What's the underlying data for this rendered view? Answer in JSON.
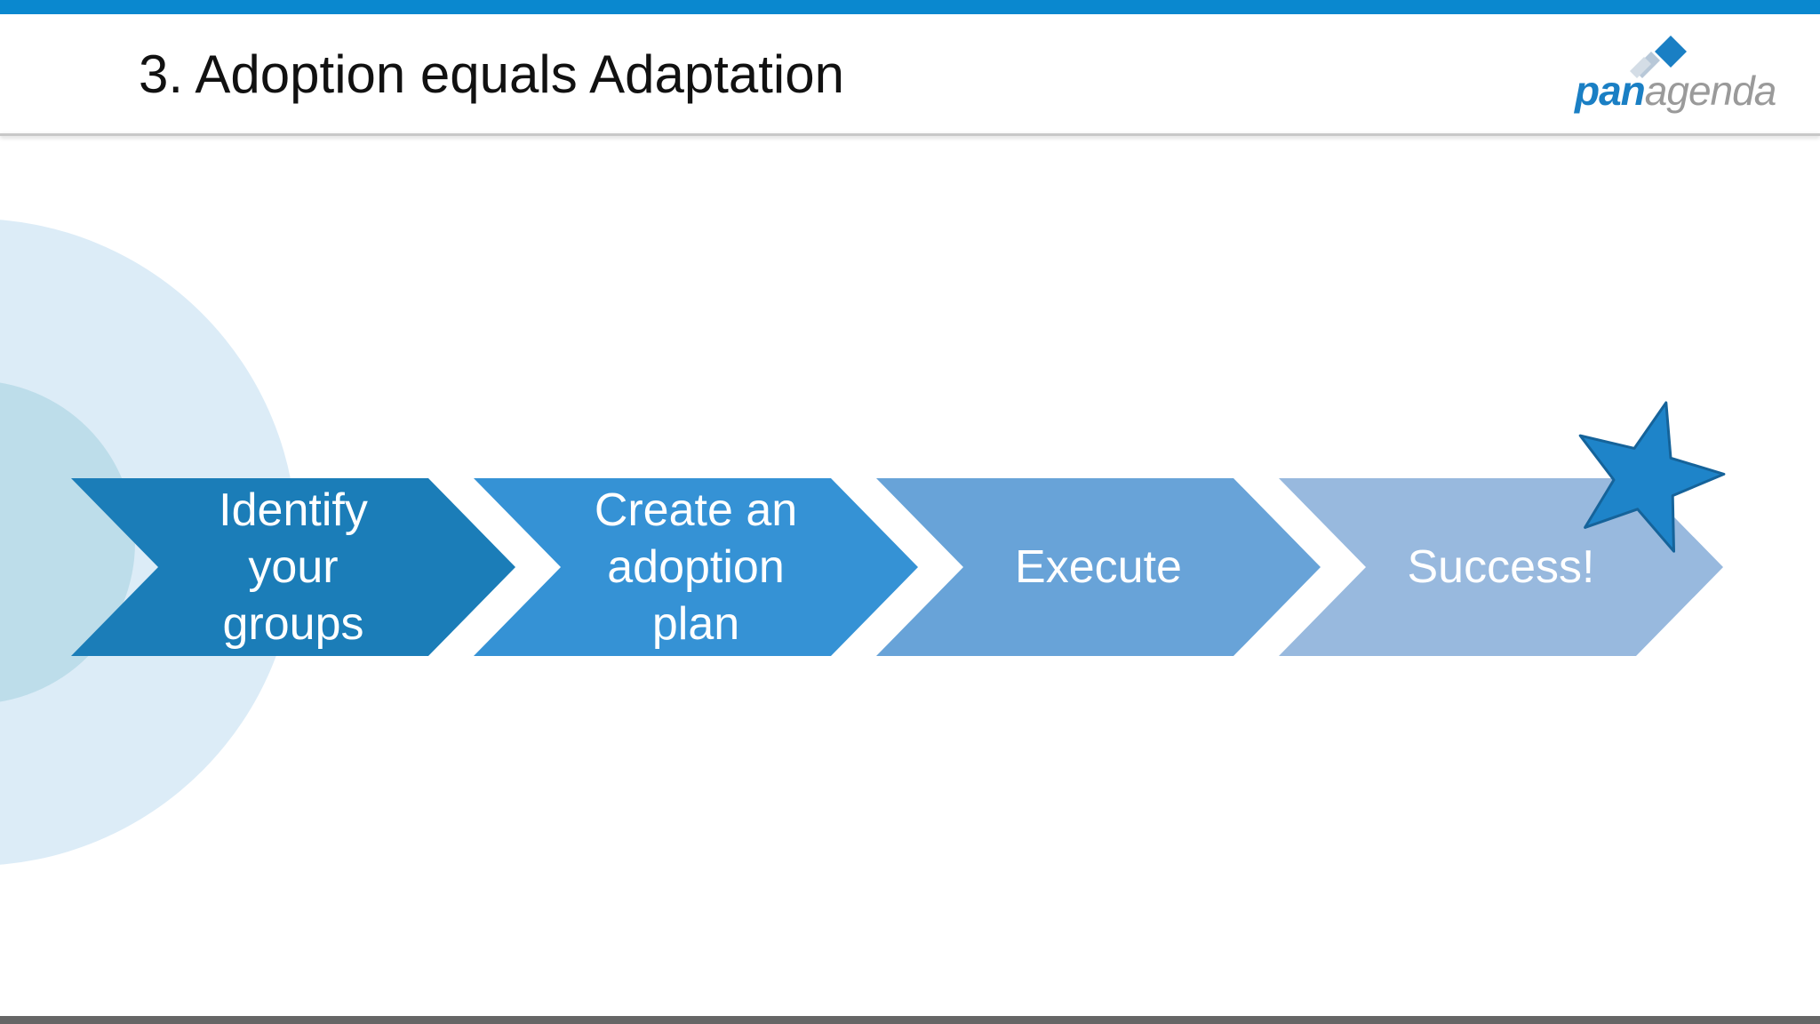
{
  "slide": {
    "title": "3. Adoption equals Adaptation"
  },
  "logo": {
    "brand_part1": "pan",
    "brand_part2": "agenda",
    "colors": {
      "pan": "#1a7fc4",
      "agenda": "#9a9a9a",
      "mark": "#1a7fc4"
    }
  },
  "process": {
    "steps": [
      {
        "lines": [
          "Identify",
          "your",
          "groups"
        ],
        "color": "#1b7db8"
      },
      {
        "lines": [
          "Create an",
          "adoption",
          "plan"
        ],
        "color": "#3592d5"
      },
      {
        "lines": [
          "Execute"
        ],
        "color": "#68a3d8"
      },
      {
        "lines": [
          "Success!"
        ],
        "color": "#98b9de"
      }
    ],
    "end_marker": {
      "icon": "star-icon",
      "color": "#1e84c9",
      "stroke": "#15639a"
    }
  },
  "theme": {
    "top_bar": "#0a88cf",
    "bottom_bar": "#666666",
    "background_circle_outer": "#dcecf7",
    "background_circle_inner": "#bdddea"
  }
}
